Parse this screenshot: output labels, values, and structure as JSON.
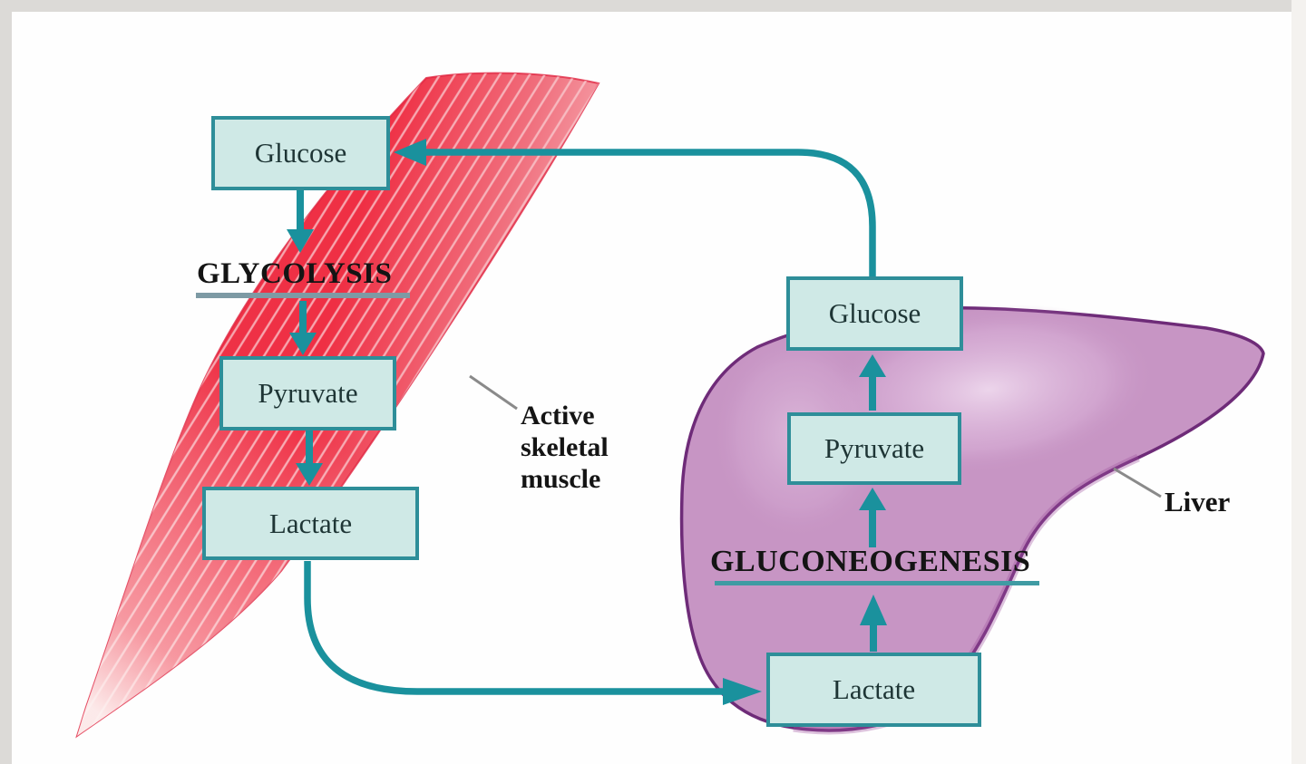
{
  "muscle_pathway": {
    "glucose": "Glucose",
    "process": "GLYCOLYSIS",
    "pyruvate": "Pyruvate",
    "lactate": "Lactate",
    "organ_label": "Active skeletal muscle"
  },
  "liver_pathway": {
    "glucose": "Glucose",
    "process": "GLUCONEOGENESIS",
    "pyruvate": "Pyruvate",
    "lactate": "Lactate",
    "organ_label": "Liver"
  },
  "colors": {
    "background": "#fefefe",
    "frame_border": "#dcdad7",
    "frame_right": "#f4f2ef",
    "box_fill": "#cfe9e6",
    "box_border": "#2e8e99",
    "box_text": "#1e3535",
    "heading_text": "#141414",
    "arrow_teal": "#1a919d",
    "glycolysis_underline": "#7d9aa4",
    "gluconeogenesis_underline": "#3f9ba3",
    "muscle_red": "#ee3145",
    "muscle_stripe": "#f9cdd1",
    "liver_fill": "#c795c4",
    "liver_outline": "#6e2b78",
    "leader_line": "#8a8a8a"
  }
}
